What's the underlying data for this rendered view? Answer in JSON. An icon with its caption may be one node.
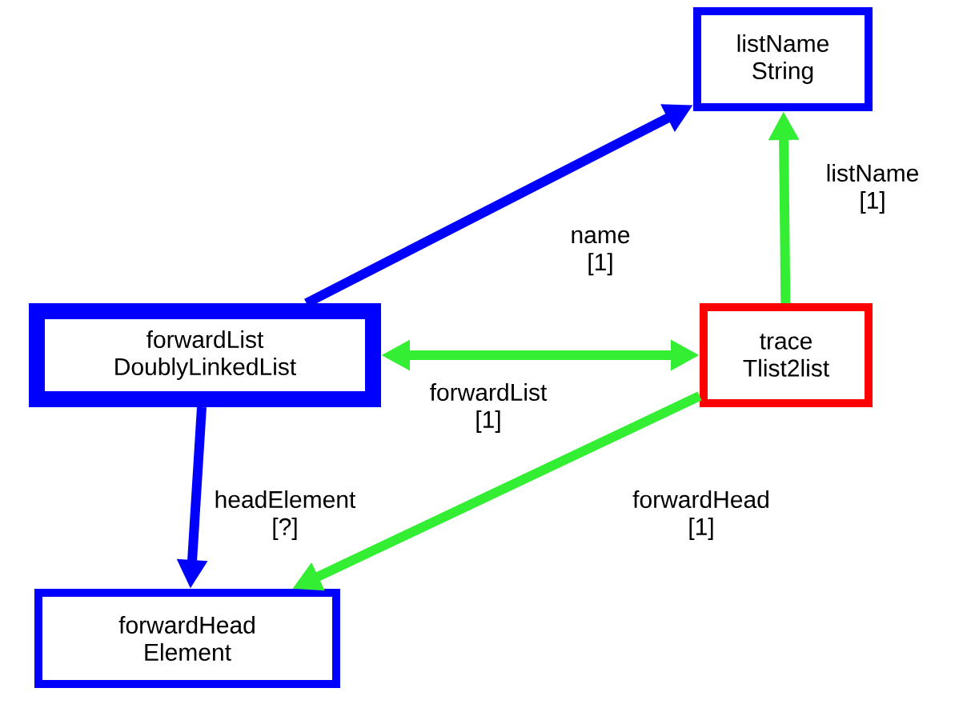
{
  "diagram": {
    "nodes": [
      {
        "text": [
          "listName",
          "String"
        ]
      },
      {
        "text": [
          "forwardList",
          "DoublyLinkedList"
        ]
      },
      {
        "text": [
          "trace",
          "Tlist2list"
        ]
      },
      {
        "text": [
          "forwardHead",
          "Element"
        ]
      }
    ],
    "edges": [
      {
        "from": 1,
        "to": 0,
        "arrow": "to",
        "label": "name [1]",
        "color": "#0000ff"
      },
      {
        "from": 2,
        "to": 0,
        "arrow": "to",
        "label": "listName [1]"
      },
      {
        "from": 1,
        "to": 2,
        "arrow": "both",
        "label": "forwardList [1]"
      },
      {
        "from": 1,
        "to": 3,
        "arrow": "to",
        "label": "headElement [?]",
        "color": "#0000ff"
      },
      {
        "from": 2,
        "to": 3,
        "arrow": "to",
        "label": "forwardHead [1]"
      }
    ]
  }
}
